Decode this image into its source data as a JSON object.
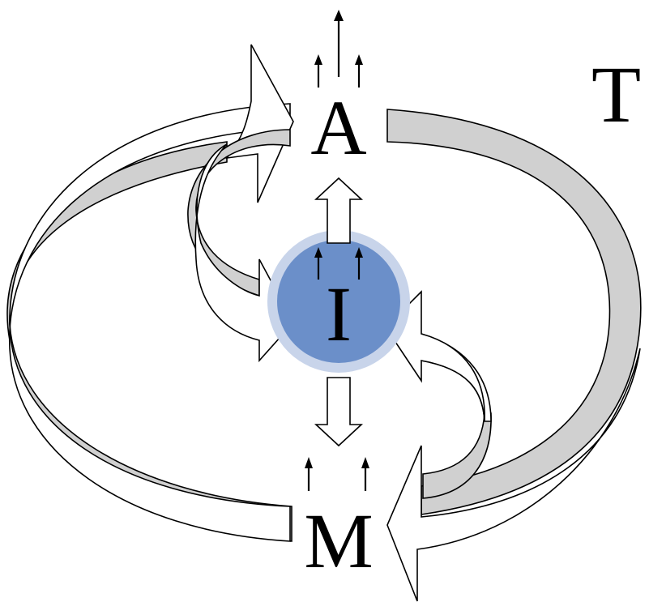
{
  "diagram": {
    "nodes": {
      "top": "A",
      "center": "I",
      "bottom": "M",
      "corner": "T"
    },
    "colors": {
      "circle_inner": "#6b8fc9",
      "circle_outer": "#c8d4ea",
      "band_fill": "#d0d0d0",
      "stroke": "#000000"
    },
    "icons": {
      "small_arrows": "arrow-up-icon",
      "connectors": "curved-arrow-icon"
    }
  }
}
